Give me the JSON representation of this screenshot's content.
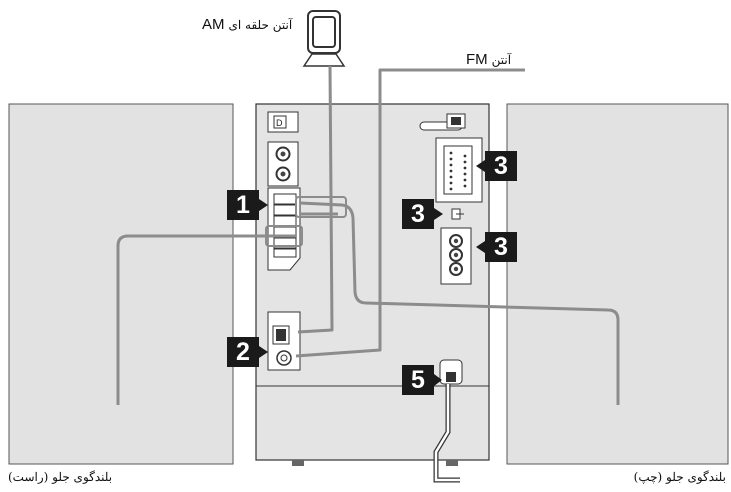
{
  "labels": {
    "am_antenna_fa": "آنتن حلقه ای",
    "am_antenna_band": "AM",
    "fm_antenna_fa": "آنتن",
    "fm_antenna_band": "FM",
    "right_speaker": "بلندگوی جلو (راست)",
    "left_speaker": "بلندگوی جلو (چپ)"
  },
  "callouts": [
    "1",
    "2",
    "3",
    "3",
    "3",
    "5"
  ],
  "colors": {
    "speaker_fill": "#e2e2e2",
    "unit_fill": "#e4e4e4",
    "cable": "#8c8c8c",
    "badge": "#1a1a1a"
  }
}
